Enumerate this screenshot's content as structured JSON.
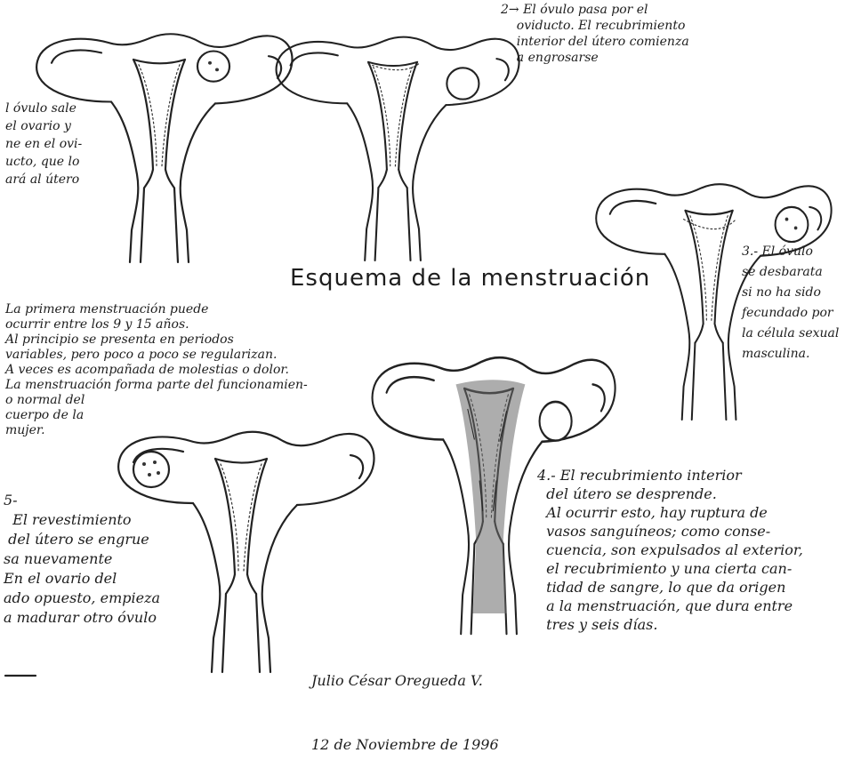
{
  "title": "Esquema de la menstruación",
  "steps": {
    "s1": "l óvulo sale\nel ovario y\nne en el ovi-\nucto, que lo\nará al útero",
    "s2": "2→ El óvulo pasa por el\n    oviducto. El recubrimiento\n    interior del útero comienza\n    a engrosarse",
    "s3": "3.- El óvulo\nse desbarata\nsi no ha sido\nfecundado por\nla célula sexual\nmasculina.",
    "s4": "4.- El recubrimiento interior\n  del útero se desprende.\n  Al ocurrir esto, hay ruptura de\n  vasos sanguíneos; como conse-\n  cuencia, son expulsados al exterior,\n  el recubrimiento y una cierta can-\n  tidad de sangre, lo que da origen\n  a la menstruación, que dura entre\n  tres y seis días.",
    "s5": "5-\n  El revestimiento\n del útero se engrue\nsa nuevamente\nEn el ovario del\nado opuesto, empieza\na madurar otro óvulo"
  },
  "intro": "La primera menstruación puede\nocurrir entre los 9 y 15 años.\nAl principio se presenta en periodos\nvariables, pero poco a poco se regularizan.\nA veces es acompañada de molestias o dolor.\nLa menstruación forma parte del funcionamien-\no normal del\ncuerpo de la\nmujer.",
  "author": {
    "name": "Julio César Oregueda V.",
    "date": "12 de Noviembre de 1996"
  }
}
